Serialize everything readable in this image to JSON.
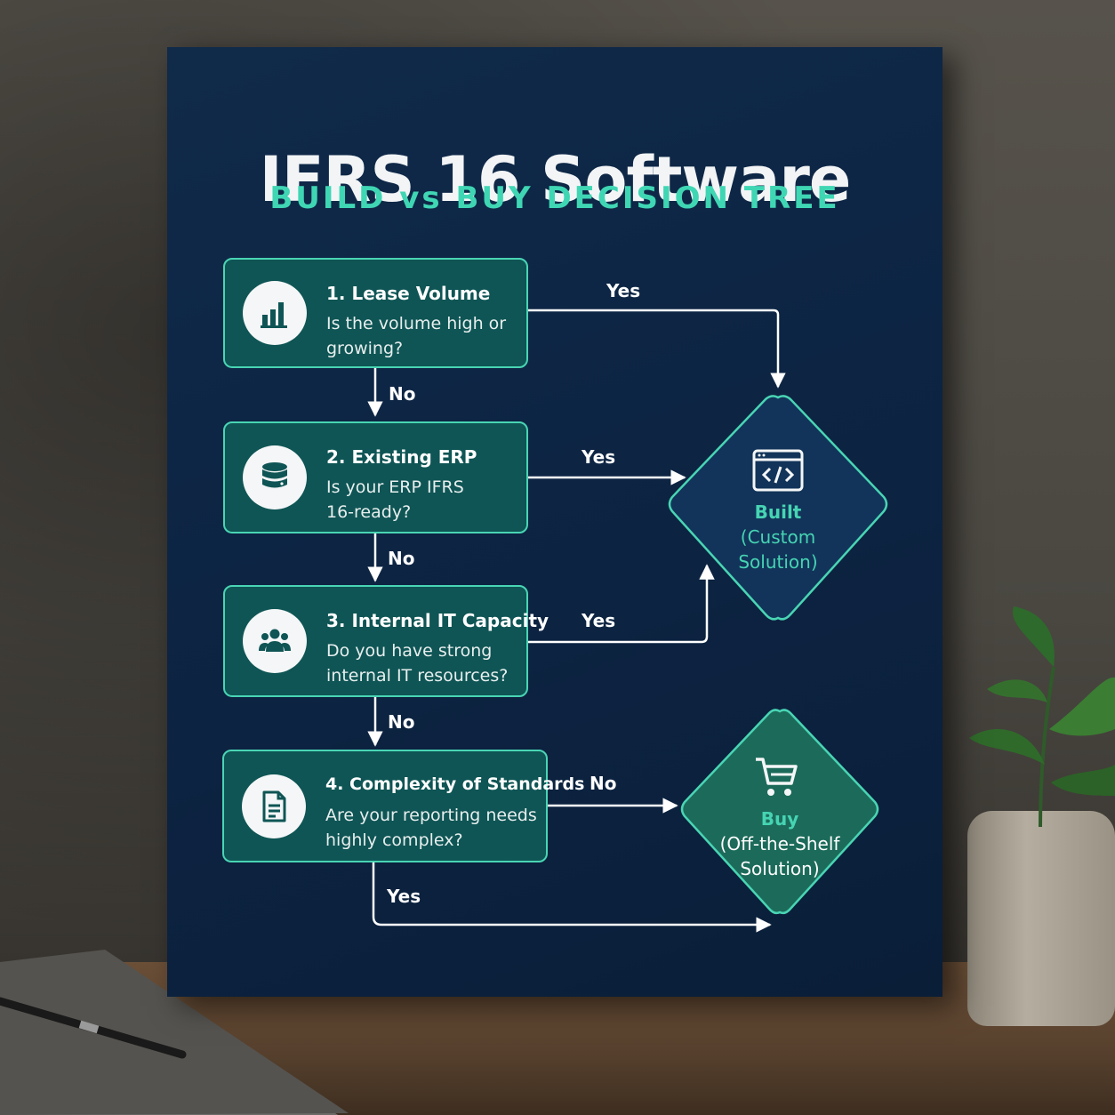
{
  "title": "IFRS 16 Software",
  "subtitle": "BUILD vs BUY DECISION TREE",
  "steps": [
    {
      "title": "1. Lease Volume",
      "question": "Is the volume high or growing?",
      "icon": "bar-chart-icon"
    },
    {
      "title": "2. Existing ERP",
      "question": "Is your ERP IFRS 16-ready?",
      "icon": "database-icon"
    },
    {
      "title": "3. Internal IT Capacity",
      "question": "Do you have strong internal IT resources?",
      "icon": "users-icon"
    },
    {
      "title": "4. Complexity of Standards",
      "question": "Are your reporting needs highly complex?",
      "icon": "document-icon"
    }
  ],
  "edges": {
    "s1_yes": "Yes",
    "s1_no": "No",
    "s2_yes": "Yes",
    "s2_no": "No",
    "s3_yes": "Yes",
    "s3_no": "No",
    "s4_no": "No",
    "s4_yes": "Yes"
  },
  "outcomes": {
    "build": {
      "head": "Built",
      "detail": "(Custom Solution)",
      "icon": "code-window-icon"
    },
    "buy": {
      "head": "Buy",
      "detail": "(Off-the-Shelf Solution)",
      "icon": "shopping-cart-icon"
    }
  },
  "colors": {
    "board": "#0c2341",
    "node_fill": "#0f5555",
    "accent": "#49d5b4",
    "buy_fill": "#1c6b5a",
    "build_fill": "#12345a"
  }
}
